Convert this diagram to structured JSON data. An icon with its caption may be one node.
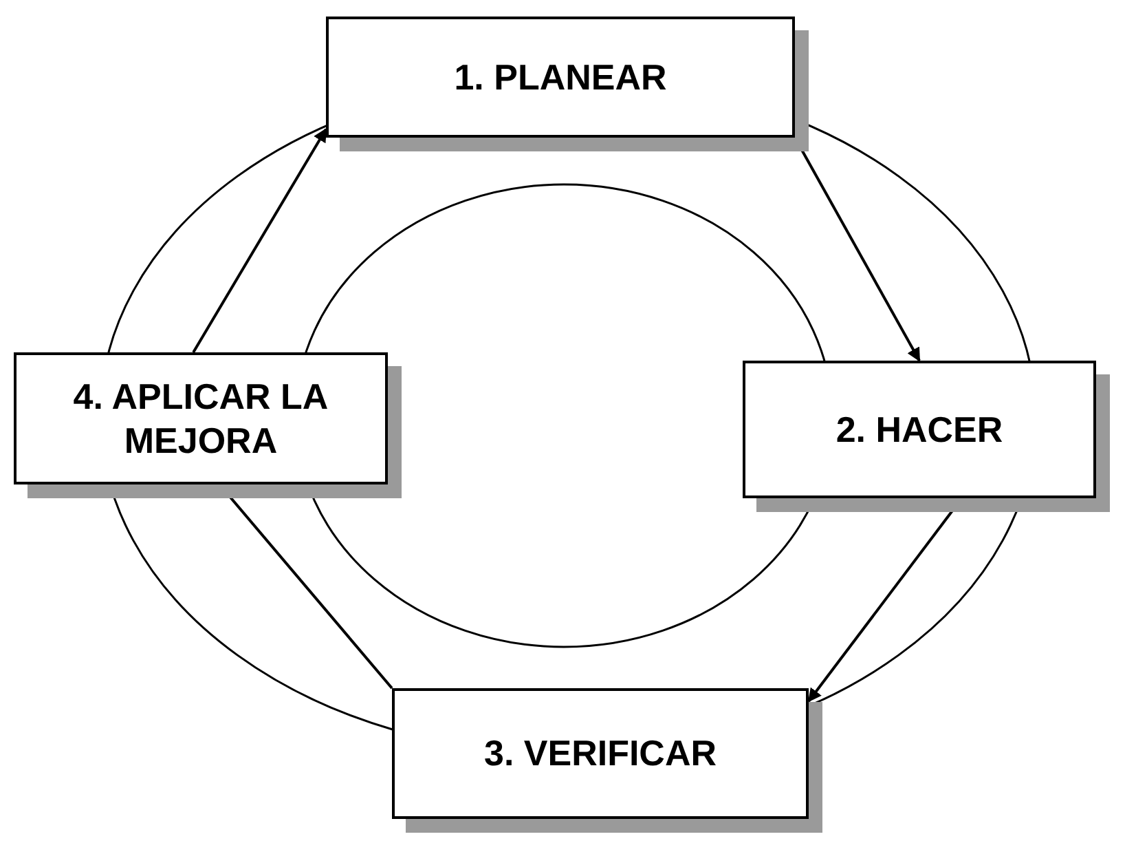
{
  "diagram": {
    "nodes": [
      {
        "text": [
          "1. PLANEAR"
        ]
      },
      {
        "text": [
          "2. HACER"
        ]
      },
      {
        "text": [
          "3. VERIFICAR"
        ]
      },
      {
        "text": [
          "4. APLICAR LA MEJORA"
        ]
      }
    ],
    "edges": [
      {
        "from": 0,
        "to": 1,
        "arrow": "to"
      },
      {
        "from": 1,
        "to": 2,
        "arrow": "to"
      },
      {
        "from": 2,
        "to": 3,
        "arrow": "to"
      },
      {
        "from": 3,
        "to": 0,
        "arrow": "to"
      }
    ]
  }
}
